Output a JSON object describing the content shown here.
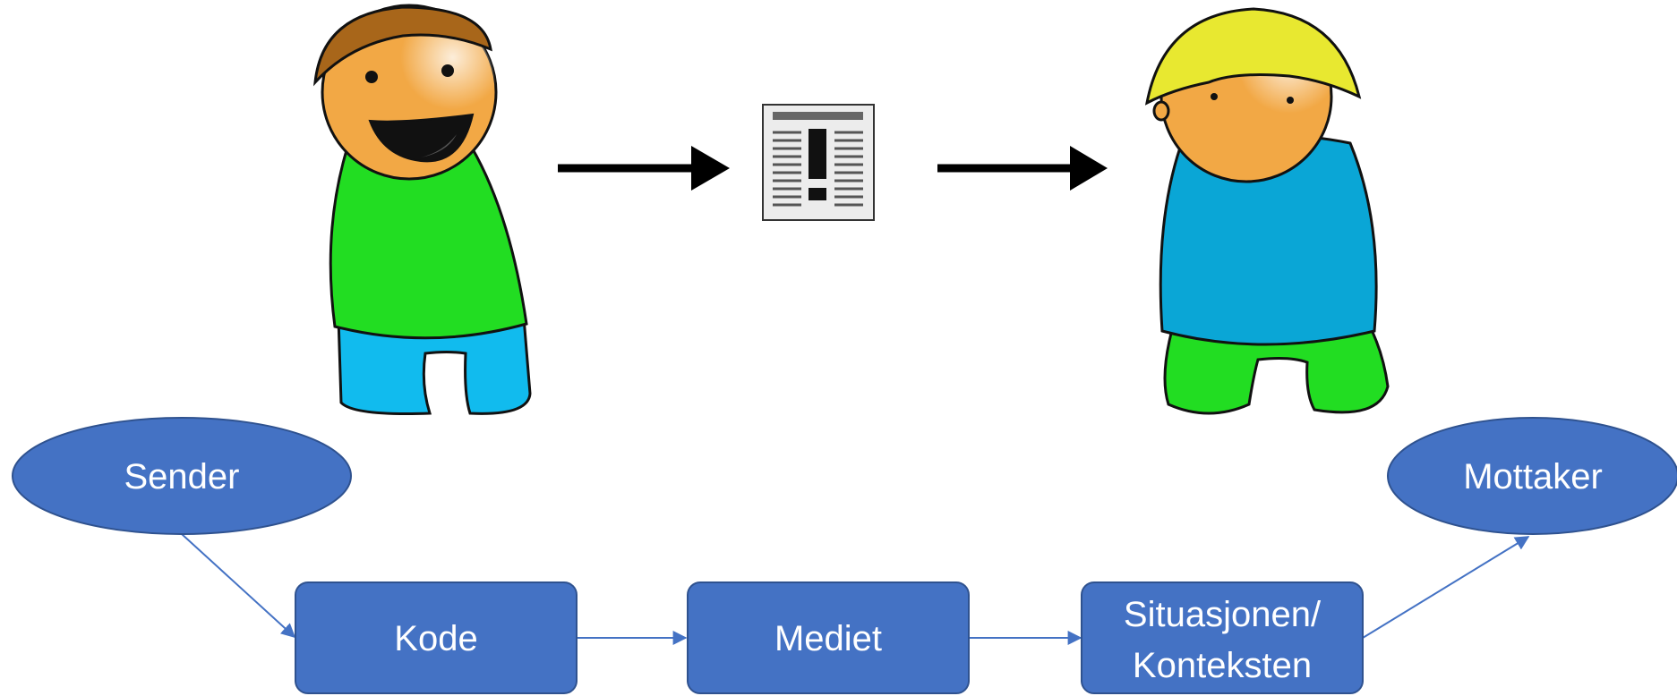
{
  "nodes": {
    "sender": {
      "label": "Sender"
    },
    "receiver": {
      "label": "Mottaker"
    },
    "code": {
      "label": "Kode"
    },
    "medium": {
      "label": "Mediet"
    },
    "context": {
      "line1": "Situasjonen/",
      "line2": "Konteksten"
    }
  },
  "colors": {
    "node_fill": "#4472c4",
    "node_stroke": "#2f528f",
    "connector": "#4472c4",
    "node_text": "#ffffff",
    "sender_shirt": "#22dd22",
    "sender_pants": "#11bbee",
    "sender_hair": "#a8661a",
    "receiver_shirt": "#0aa6d6",
    "receiver_pants": "#22dd22",
    "receiver_hair": "#e8e830",
    "skin": "#f2a845",
    "big_arrow": "#000000"
  },
  "icons": {
    "sender_figure": "happy-cartoon-person",
    "receiver_figure": "cartoon-person-blond",
    "message": "newspaper-exclamation-icon",
    "arrows": "right-arrow-icon"
  }
}
